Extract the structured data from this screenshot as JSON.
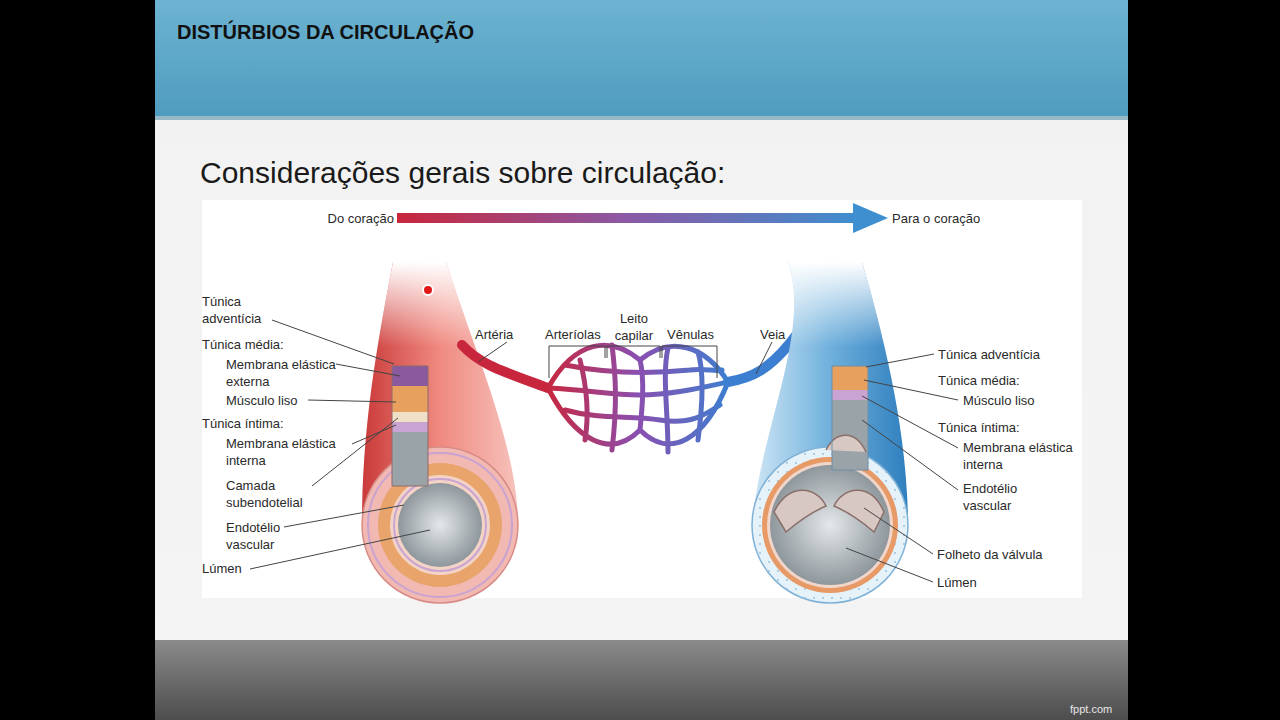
{
  "diagram": {
    "title": "DISTÚRBIOS DA CIRCULAÇÃO",
    "labels": [
      "Considerações gerais sobre circulação:",
      "Do coração",
      "Para o coração",
      "Túnica adventícia",
      "Túnica média:",
      "Membrana elástica externa",
      "Músculo liso",
      "Túnica íntima:",
      "Membrana elástica interna",
      "Camada subendotelial",
      "Endotélio vascular",
      "Lúmen",
      "Artéria",
      "Arteríolas",
      "Leito capilar",
      "Vênulas",
      "Veia",
      "Túnica adventícia",
      "Túnica média:",
      "Músculo liso",
      "Túnica íntima:",
      "Membrana elástica interna",
      "Endotélio vascular",
      "Folheto da válvula",
      "Lúmen",
      "fppt.com"
    ]
  }
}
